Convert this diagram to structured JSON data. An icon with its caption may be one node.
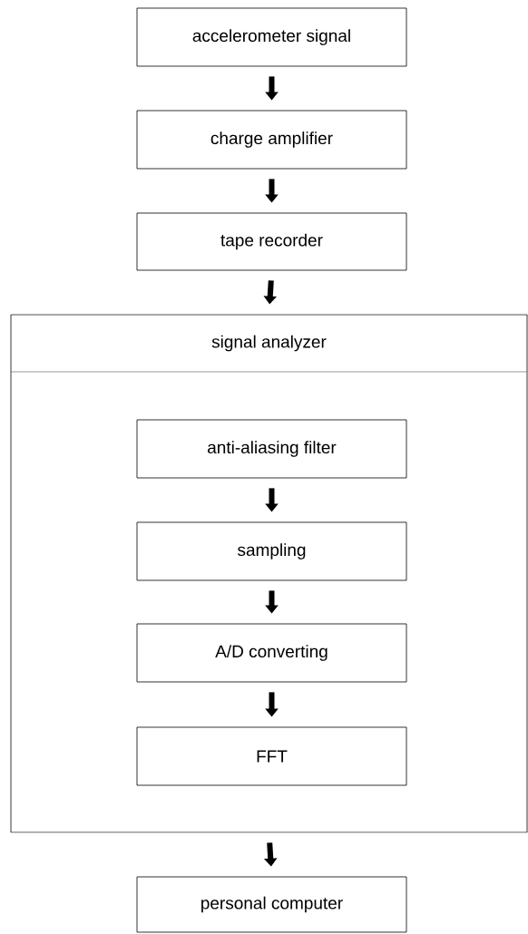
{
  "diagram": {
    "nodes": [
      {
        "text": [
          "accelerometer signal"
        ]
      },
      {
        "text": [
          "charge amplifier"
        ]
      },
      {
        "text": [
          "tape recorder"
        ]
      },
      {
        "text": [
          "signal analyzer"
        ]
      },
      {
        "text": [
          "anti-aliasing filter"
        ],
        "in": 3
      },
      {
        "text": [
          "sampling"
        ],
        "in": 3
      },
      {
        "text": [
          "A/D converting"
        ],
        "in": 3
      },
      {
        "text": [
          "FFT"
        ],
        "in": 3
      },
      {
        "text": [
          "personal computer"
        ]
      }
    ],
    "edges": [
      {
        "from": 0,
        "to": 1,
        "arrow": "to"
      },
      {
        "from": 1,
        "to": 2,
        "arrow": "to"
      },
      {
        "from": 2,
        "to": 3,
        "arrow": "to"
      },
      {
        "from": 4,
        "to": 5,
        "arrow": "to"
      },
      {
        "from": 5,
        "to": 6,
        "arrow": "to"
      },
      {
        "from": 6,
        "to": 7,
        "arrow": "to"
      },
      {
        "from": 3,
        "to": 8,
        "arrow": "to"
      }
    ]
  }
}
